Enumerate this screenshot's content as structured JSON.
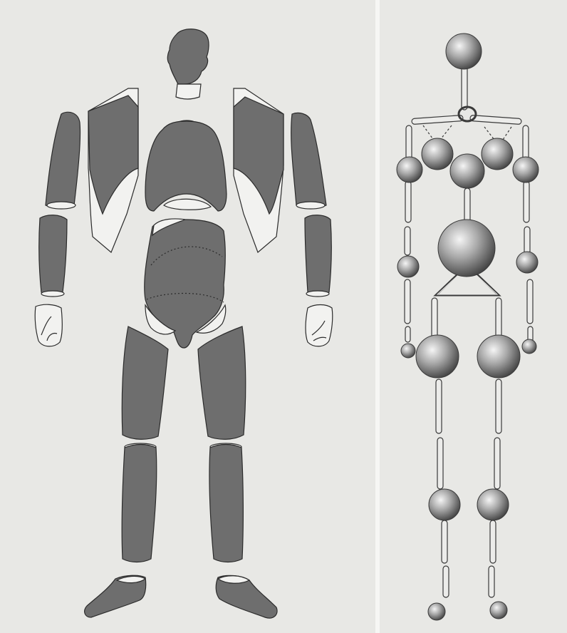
{
  "figure": {
    "colors": {
      "paper": "#e8e8e5",
      "divider": "#f3f3f1",
      "segment_fill": "#6e6e6e",
      "outline": "#2b2b2b",
      "joint_light": "#f5f5f5",
      "joint_mid": "#a9a9a9",
      "joint_dark": "#4a4a4a",
      "rod_fill": "#ececea"
    },
    "left_panel": {
      "description_icon": "segmented-body-parts-icon",
      "parts": [
        "head",
        "upper-torso",
        "pelvis",
        "upper-arm-left",
        "upper-arm-right",
        "forearm-left",
        "forearm-right",
        "hand-left",
        "hand-right",
        "shoulder-left",
        "shoulder-right",
        "thigh-left",
        "thigh-right",
        "shin-left",
        "shin-right",
        "foot-left",
        "foot-right"
      ]
    },
    "right_panel": {
      "description_icon": "ball-and-rod-skeleton-icon",
      "joints": [
        "head",
        "shoulder-left",
        "shoulder-right",
        "clavicle-left",
        "clavicle-right",
        "neck-base",
        "elbow-left",
        "elbow-right",
        "wrist-left",
        "wrist-right",
        "pelvis-center",
        "hip-left",
        "hip-right",
        "knee-left",
        "knee-right",
        "ankle-left",
        "ankle-right"
      ]
    }
  }
}
